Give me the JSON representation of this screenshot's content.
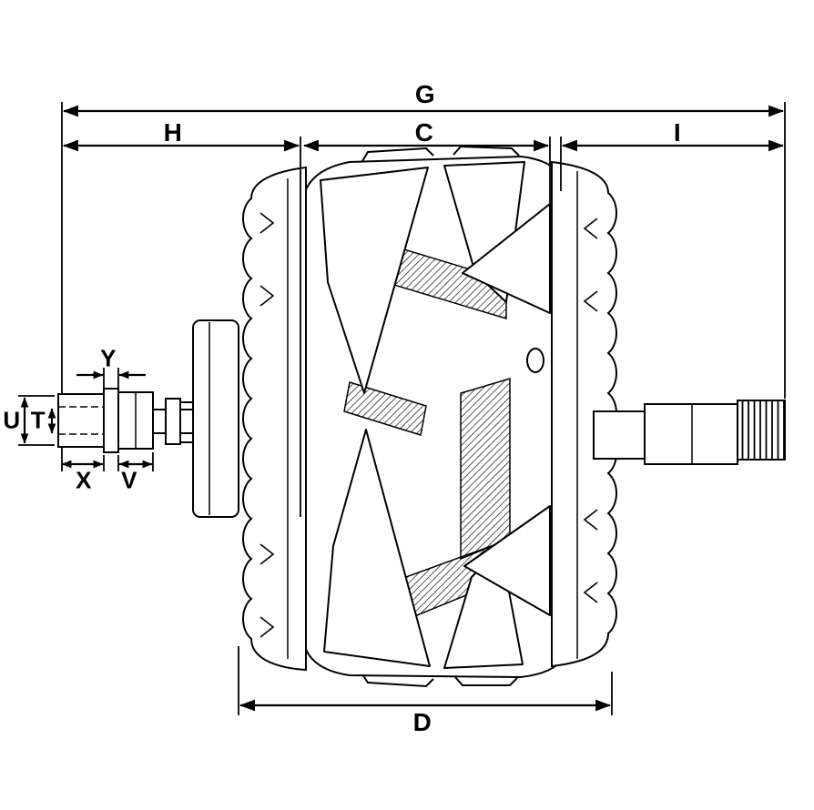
{
  "drawing": {
    "subject": "alternator-rotor-dimension-diagram",
    "colors": {
      "line": "#000000",
      "background": "#ffffff"
    }
  },
  "labels": {
    "g": "G",
    "h": "H",
    "c": "C",
    "i": "I",
    "d": "D",
    "y": "Y",
    "u": "U",
    "t": "T",
    "x": "X",
    "v": "V"
  }
}
